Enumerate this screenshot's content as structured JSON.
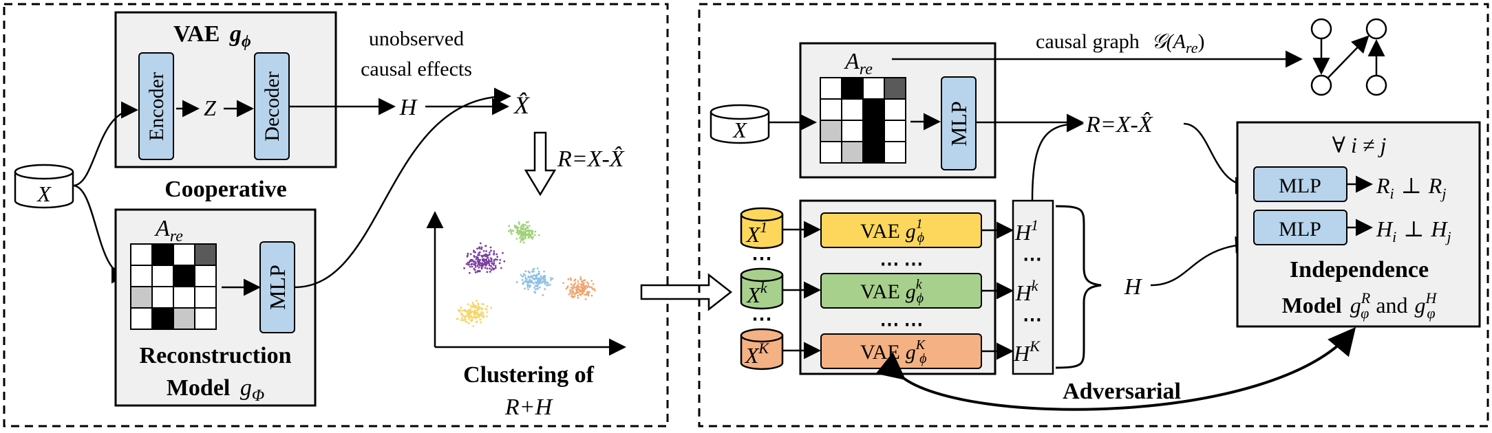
{
  "left_panel": {
    "vae_title": "VAE",
    "vae_sub_main": "g",
    "vae_sub_index": "ϕ",
    "encoder": "Encoder",
    "decoder": "Decoder",
    "z": "Z",
    "h": "H",
    "xhat": "X̂",
    "unobserved_line1": "unobserved",
    "unobserved_line2": "causal  effects",
    "cooperative": "Cooperative",
    "input_x": "X",
    "are_main": "A",
    "are_sub": "re",
    "mlp": "MLP",
    "recon_line1": "Reconstruction",
    "recon_line2_word": "Model",
    "recon_g": "g",
    "recon_sub": "Φ",
    "residual_eq": "R=X-X̂",
    "clustering_line1": "Clustering of",
    "clustering_line2": "R+H"
  },
  "right_panel": {
    "input_x": "X",
    "are_main": "A",
    "are_sub": "re",
    "mlp_top": "MLP",
    "causal_graph_text": "causal graph",
    "causal_graph_symbol": "𝒢(",
    "causal_graph_arg_main": "A",
    "causal_graph_arg_sub": "re",
    "causal_graph_close": ")",
    "residual_eq": "R=X-X̂",
    "x1": "X",
    "x1_sup": "1",
    "xk": "X",
    "xk_sup": "k",
    "xK": "X",
    "xK_sup": "K",
    "vae_word": "VAE",
    "vae_g": "g",
    "vae_sub": "ϕ",
    "vae1_sup": "1",
    "vaek_sup": "k",
    "vaeK_sup": "K",
    "h1": "H",
    "h1_sup": "1",
    "hk": "H",
    "hk_sup": "k",
    "hK": "H",
    "hK_sup": "K",
    "dots": "⋯  ⋯",
    "h_merge": "H",
    "forall": "∀ i ≠ j",
    "mlp_r": "MLP",
    "mlp_h": "MLP",
    "r_indep": "R",
    "r_indep_i": "i",
    "r_indep_op": "⊥",
    "r_indep_j": "j",
    "h_indep": "H",
    "h_indep_i": "i",
    "h_indep_op": "⊥",
    "h_indep_j": "j",
    "indep_line1": "Independence",
    "indep_line2_word": "Model",
    "indep_g": "g",
    "indep_sub": "φ",
    "indep_sup_r": "R",
    "indep_and": "and",
    "indep_sup_h": "H",
    "adversarial": "Adversarial"
  },
  "colors": {
    "blue_box": "#b8d4ec",
    "gray_panel": "#f0f0f0",
    "yellow": "#fdd75c",
    "green": "#a8d08d",
    "orange": "#f4b183",
    "black_cell": "#000000",
    "dark_gray_cell": "#5a5a5a",
    "light_gray_cell": "#c8c8c8",
    "cluster_purple": "#7b3fa0",
    "cluster_green": "#9fd27a",
    "cluster_blue": "#8ec1e4",
    "cluster_orange": "#f0a56e",
    "cluster_yellow": "#f5d66a"
  }
}
